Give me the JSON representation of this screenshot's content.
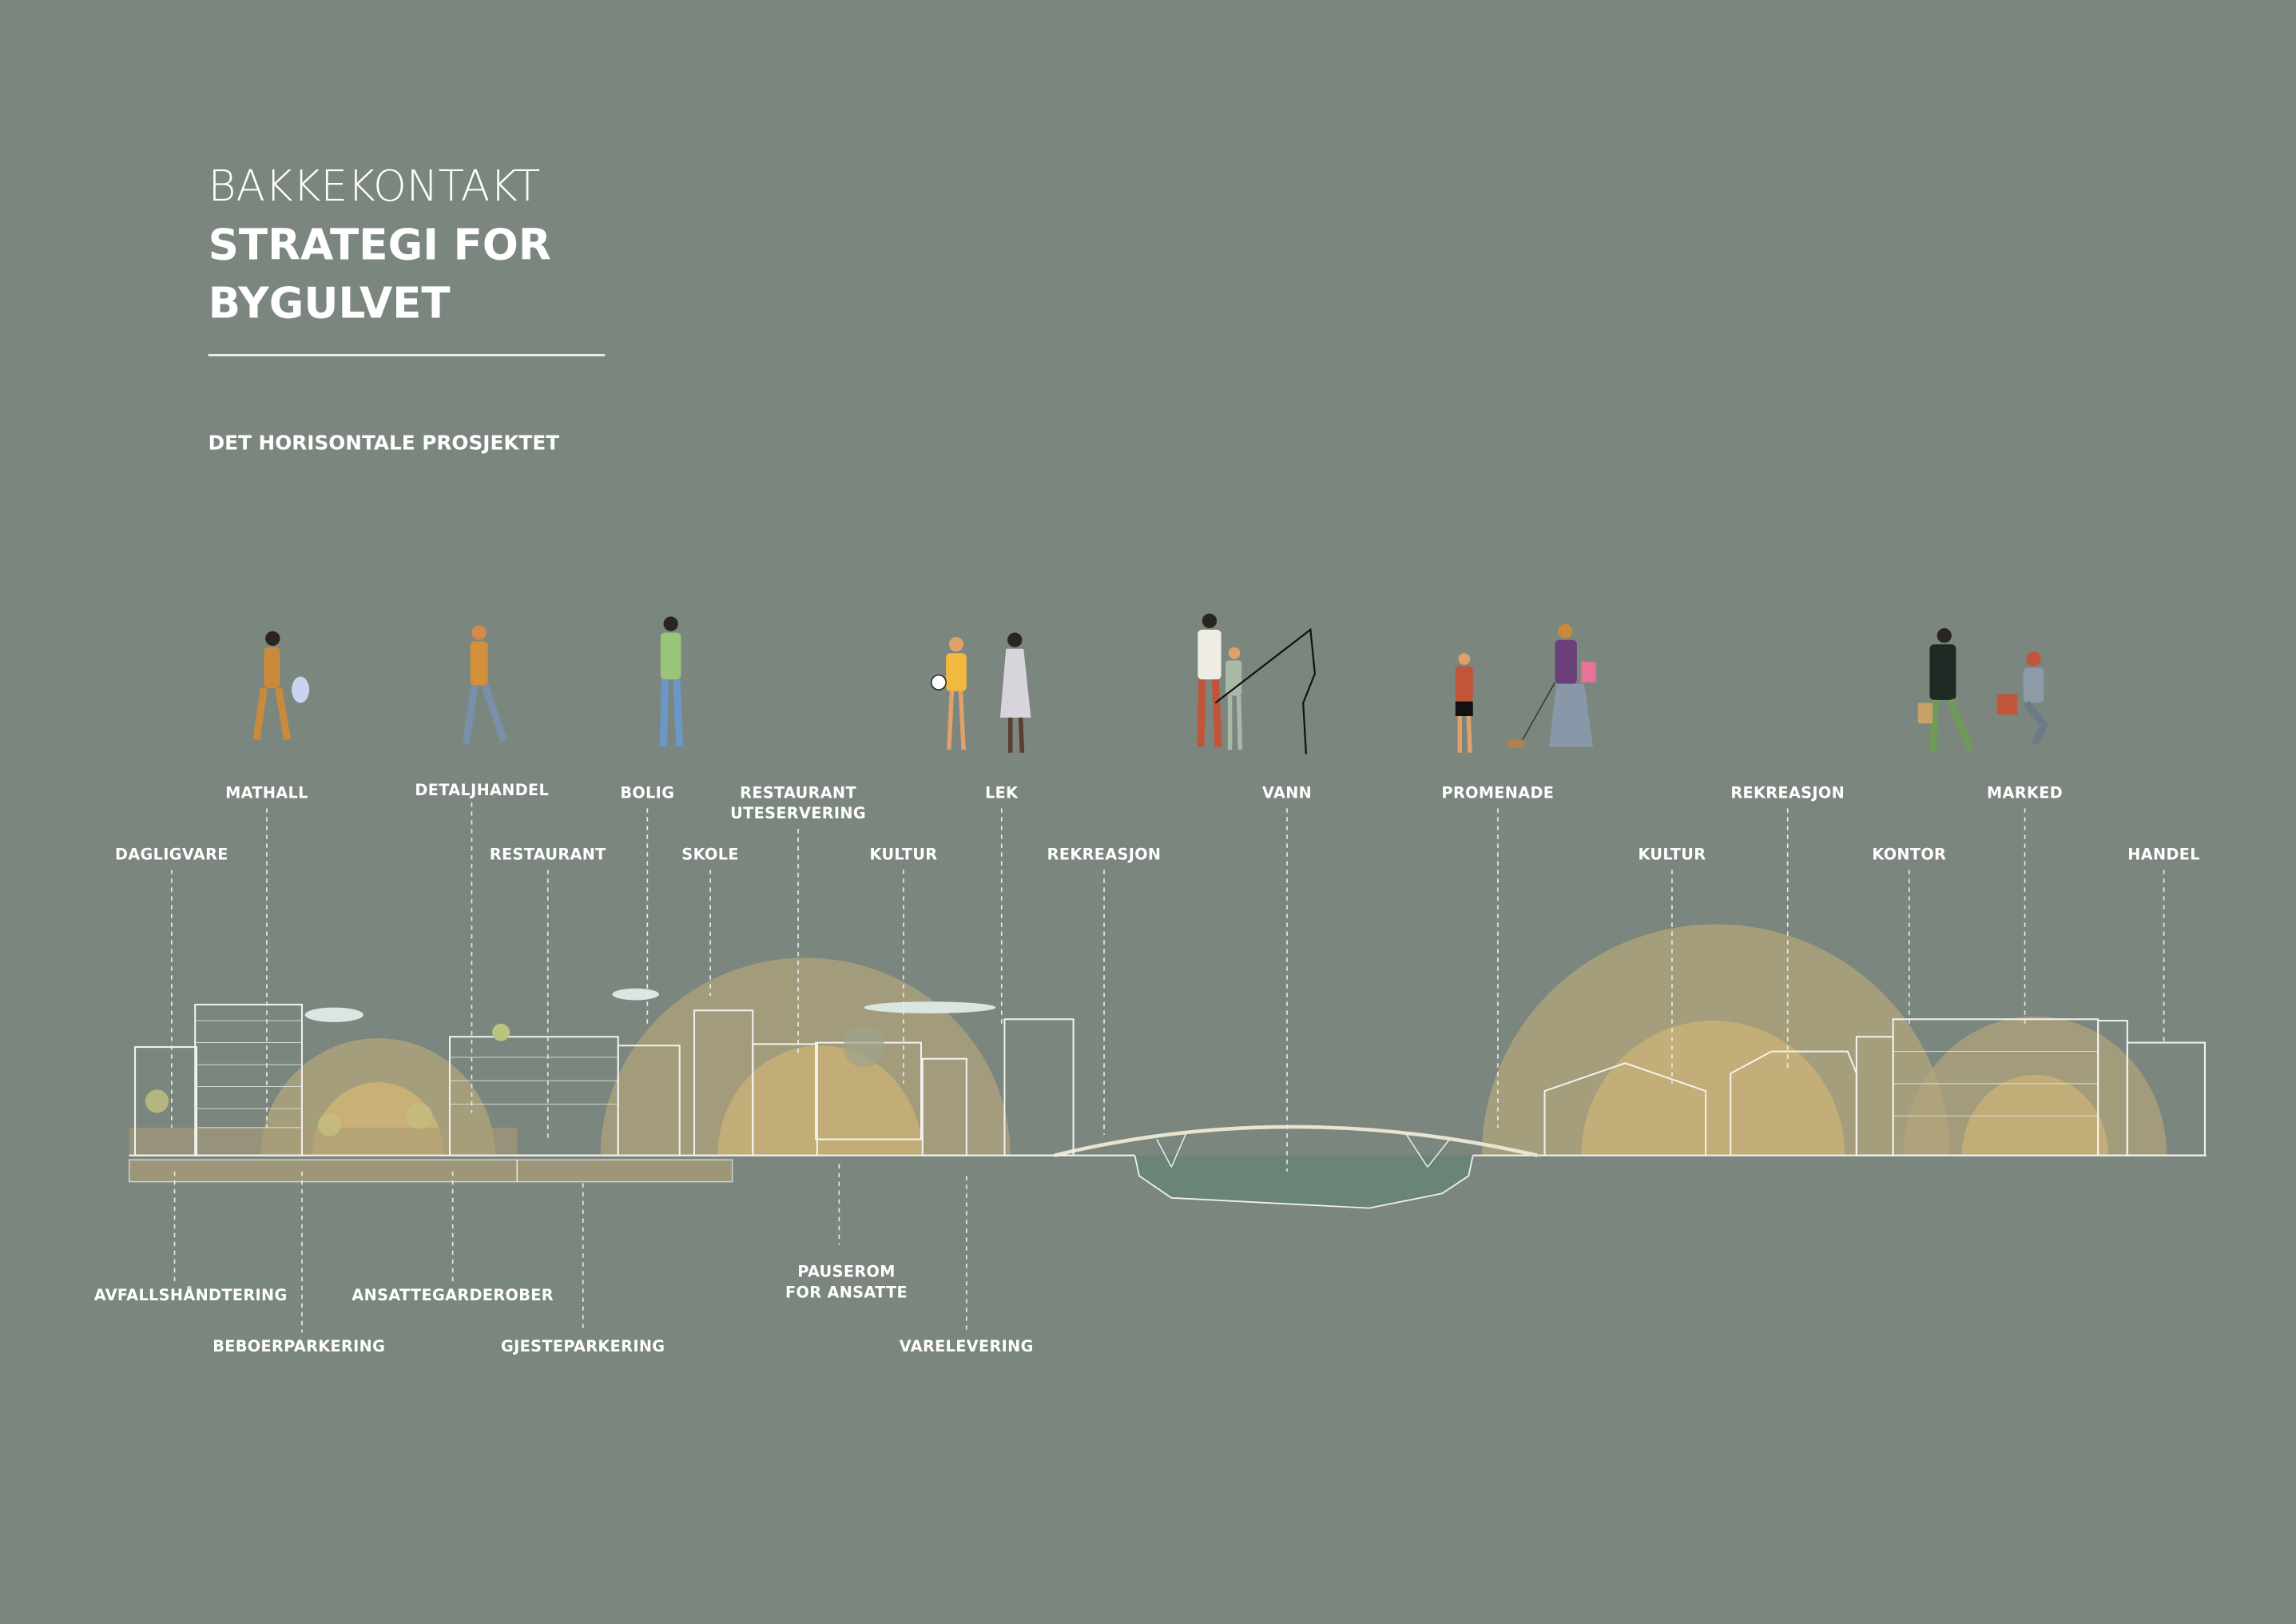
{
  "title": {
    "line1": "BAKKEKONTAKT",
    "line2": "STRATEGI FOR",
    "line3": "BYGULVET",
    "subtitle": "DET HORISONTALE PROSJEKTET"
  },
  "labels_top": {
    "mathall": "MATHALL",
    "detaljhandel": "DETALJHANDEL",
    "bolig": "BOLIG",
    "restaurant_uteservering_1": "RESTAURANT",
    "restaurant_uteservering_2": "UTESERVERING",
    "lek": "LEK",
    "vann": "VANN",
    "promenade": "PROMENADE",
    "rekreasjon_right": "REKREASJON",
    "marked": "MARKED",
    "dagligvare": "DAGLIGVARE",
    "restaurant": "RESTAURANT",
    "skole": "SKOLE",
    "kultur_left": "KULTUR",
    "rekreasjon_left": "REKREASJON",
    "kultur_right": "KULTUR",
    "kontor": "KONTOR",
    "handel": "HANDEL"
  },
  "labels_bottom": {
    "avfallshandtering": "AVFALLSHÅNDTERING",
    "ansattegarderober": "ANSATTEGARDEROBER",
    "pauserom_1": "PAUSEROM",
    "pauserom_2": "FOR ANSATTE",
    "beboerparkering": "BEBOERPARKERING",
    "gjesteparkering": "GJESTEPARKERING",
    "varelevering": "VARELEVERING"
  },
  "colors": {
    "background": "#7b867f",
    "haze_outer": "#b3a57c",
    "haze_inner": "#d7b874",
    "water": "#6b8478"
  }
}
